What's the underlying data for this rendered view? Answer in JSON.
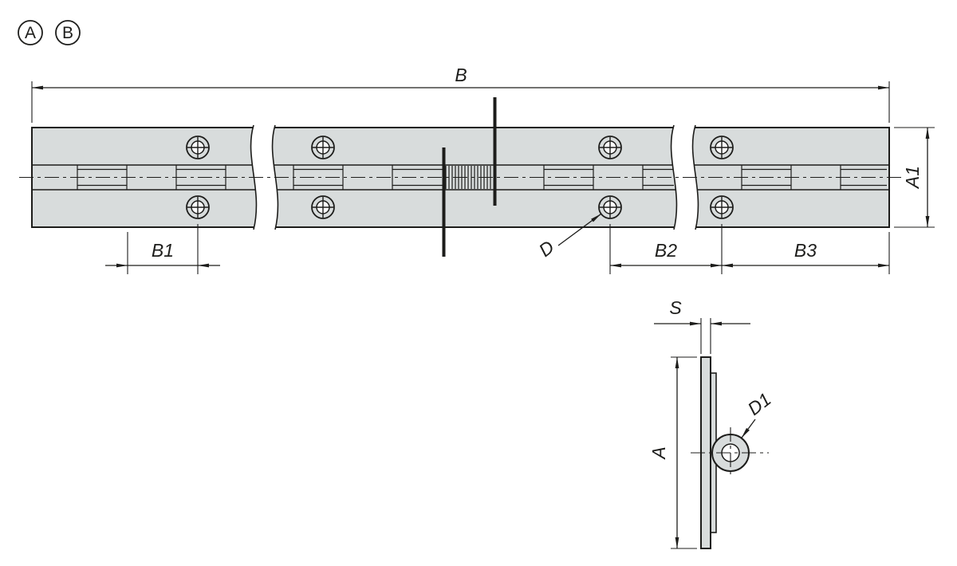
{
  "colors": {
    "line": "#1d1d1b",
    "fill": "#d8dcdc",
    "bg": "#ffffff"
  },
  "view_labels": {
    "a": "A",
    "b": "B"
  },
  "front_view": {
    "overall_length": "B",
    "leaf_width": "A1",
    "spacing_left": "B1",
    "spacing_mid": "B2",
    "spacing_right": "B3",
    "hole_diameter": "D"
  },
  "side_view": {
    "material_thickness": "S",
    "open_width": "A",
    "knuckle_diameter": "D1"
  }
}
